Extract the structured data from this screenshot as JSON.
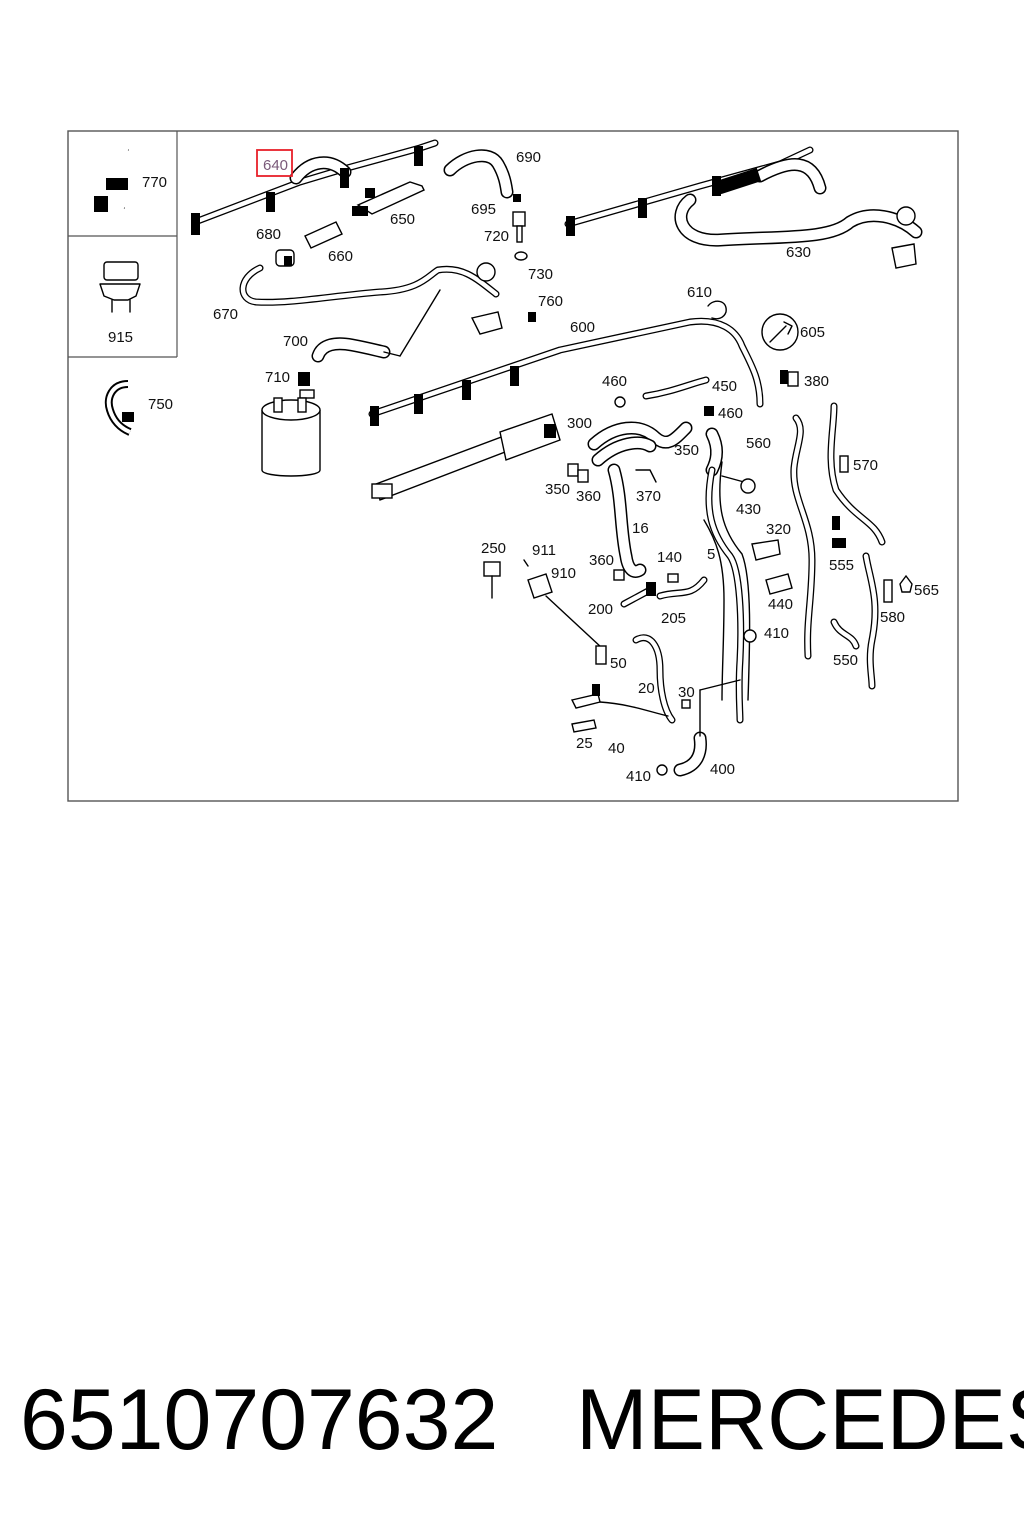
{
  "diagram": {
    "highlighted_label": "640",
    "inset_labels": [
      "770",
      "915",
      "750"
    ],
    "labels": {
      "l640": "640",
      "l690": "690",
      "l650": "650",
      "l680": "680",
      "l660": "660",
      "l695": "695",
      "l720": "720",
      "l730": "730",
      "l760": "760",
      "l670": "670",
      "l700": "700",
      "l710": "710",
      "l630": "630",
      "l610": "610",
      "l605": "605",
      "l600": "600",
      "l380": "380",
      "l460a": "460",
      "l450": "450",
      "l460b": "460",
      "l300": "300",
      "l350a": "350",
      "l560": "560",
      "l570": "570",
      "l350b": "350",
      "l360a": "360",
      "l370": "370",
      "l430": "430",
      "l16": "16",
      "l320": "320",
      "l250": "250",
      "l911": "911",
      "l910": "910",
      "l360b": "360",
      "l140": "140",
      "l5": "5",
      "l555": "555",
      "l565": "565",
      "l440": "440",
      "l200": "200",
      "l205": "205",
      "l580": "580",
      "l410a": "410",
      "l50": "50",
      "l550": "550",
      "l20": "20",
      "l30": "30",
      "l25": "25",
      "l40": "40",
      "l410b": "410",
      "l400": "400"
    }
  },
  "footer": {
    "part_number": "6510707632",
    "brand": "MERCEDES"
  },
  "colors": {
    "highlight_box": "#e8202a",
    "highlight_text": "#7a5a7a",
    "line": "#000000",
    "frame": "#555555"
  }
}
